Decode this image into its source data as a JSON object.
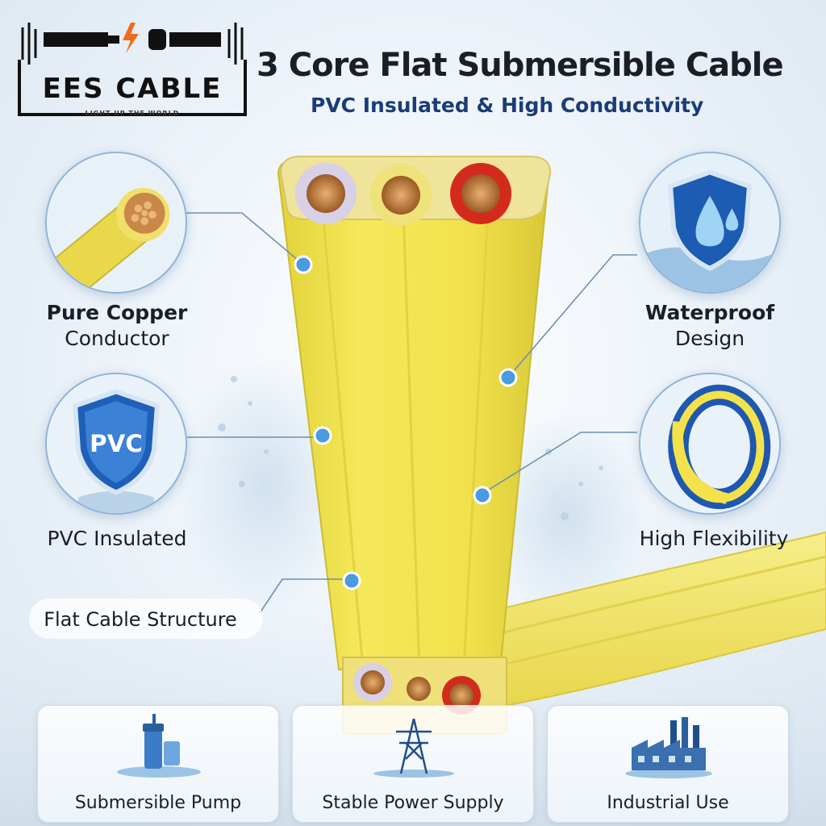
{
  "brand": {
    "name": "EES CABLE",
    "tagline": "LIGHT UP THE WORLD"
  },
  "header": {
    "title": "3 Core Flat Submersible Cable",
    "subtitle": "PVC Insulated & High Conductivity"
  },
  "features": {
    "copper": {
      "line1": "Pure Copper",
      "line2": "Conductor",
      "icon": "copper-wire-icon"
    },
    "pvc": {
      "line1": "PVC Insulated",
      "badge": "PVC",
      "icon": "pvc-shield-icon"
    },
    "flat": {
      "line1": "Flat Cable Structure"
    },
    "waterproof": {
      "line1": "Waterproof",
      "line2": "Design",
      "icon": "water-shield-icon"
    },
    "flex": {
      "line1": "High Flexibility",
      "icon": "coiled-cable-icon"
    }
  },
  "applications": [
    {
      "label": "Submersible Pump",
      "icon": "pump-icon"
    },
    {
      "label": "Stable Power Supply",
      "icon": "power-tower-icon"
    },
    {
      "label": "Industrial Use",
      "icon": "factory-icon"
    }
  ],
  "colors": {
    "cable_yellow": "#f1e34a",
    "accent_blue": "#1a3c78",
    "core_red": "#d42a1e",
    "core_white": "#d8d0e6",
    "core_yellow": "#efe27a"
  }
}
